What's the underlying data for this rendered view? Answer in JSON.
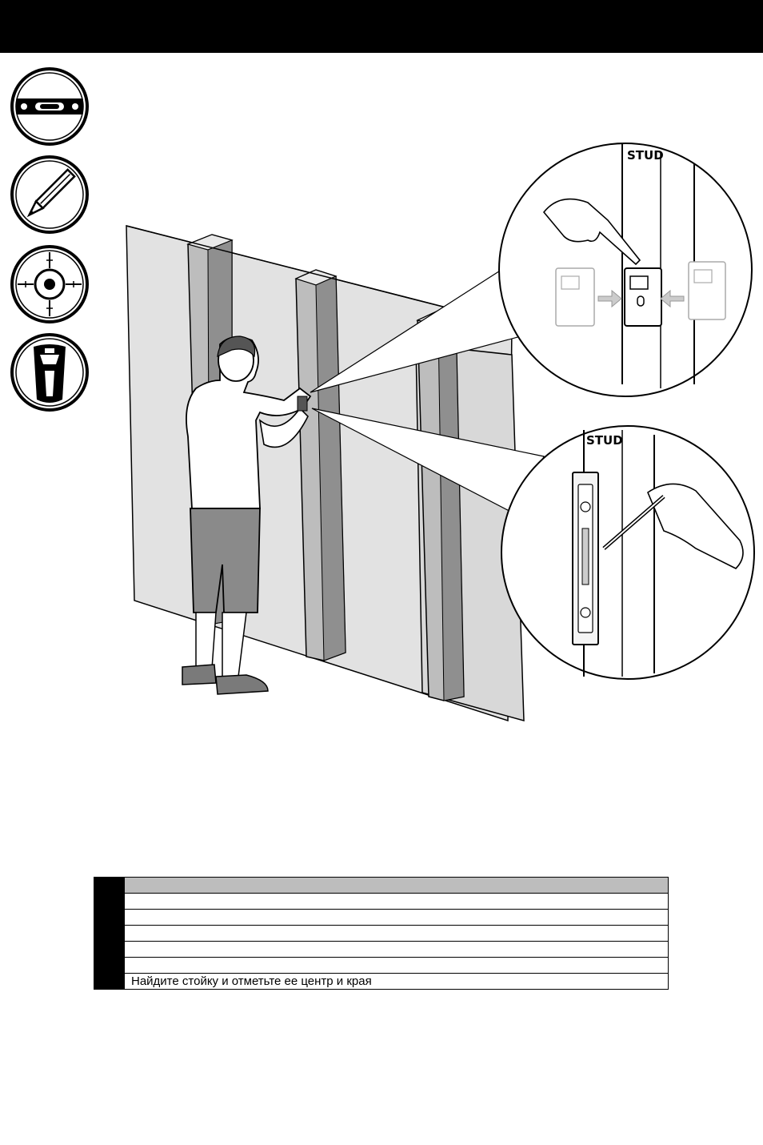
{
  "illustration": {
    "callout_top_label": "STUD",
    "callout_bottom_label": "STUD"
  },
  "tools": [
    {
      "icon": "level-icon"
    },
    {
      "icon": "pencil-icon"
    },
    {
      "icon": "stud-finder-target-icon"
    },
    {
      "icon": "stud-finder-device-icon"
    }
  ],
  "steps": [
    {
      "text": ""
    },
    {
      "text": ""
    },
    {
      "text": ""
    },
    {
      "text": ""
    },
    {
      "text": ""
    },
    {
      "text": ""
    },
    {
      "text": "Найдите стойку и отметьте ее центр и края"
    }
  ],
  "colors": {
    "header_bar": "#000000",
    "table_header": "#bdbdbd",
    "stud_shade": "#9e9e9e",
    "wall_panel": "#dcdcdc"
  }
}
